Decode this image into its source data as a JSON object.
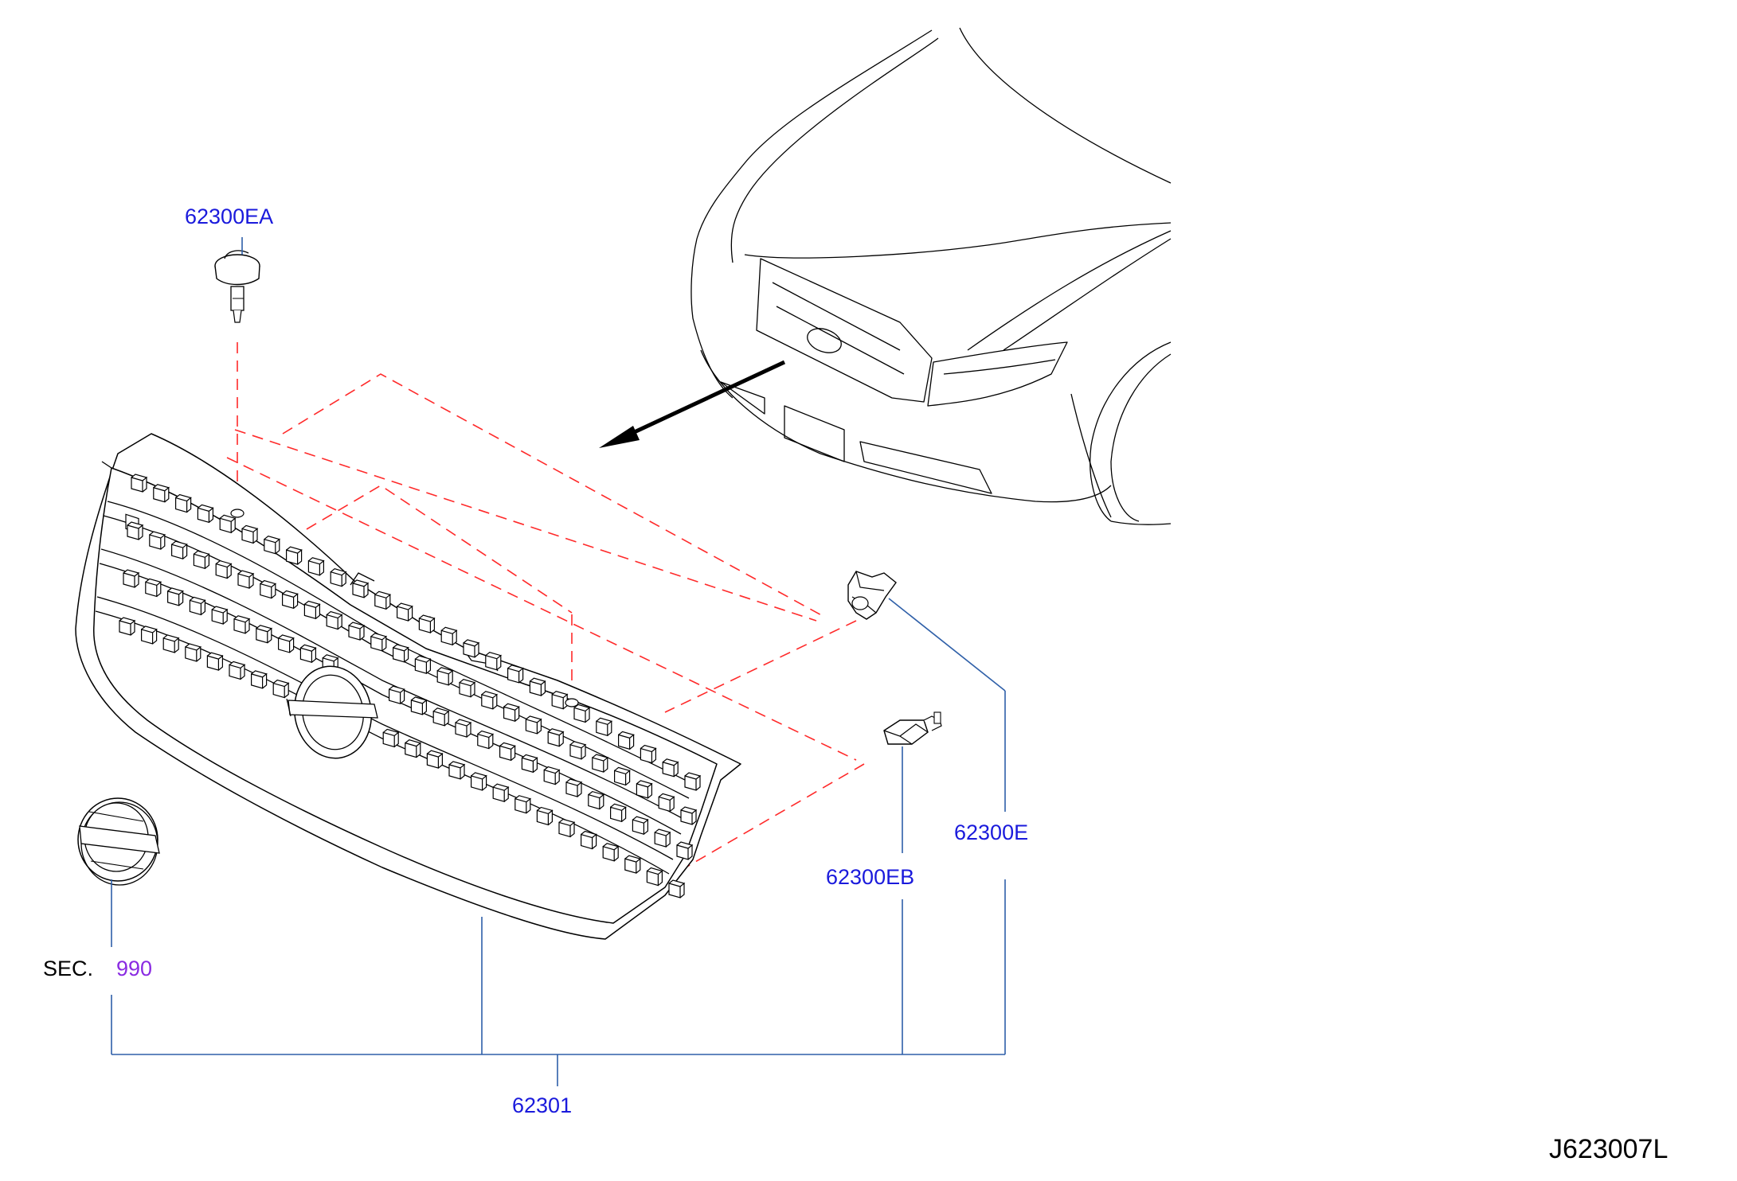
{
  "labels": {
    "clip_top": "62300EA",
    "clip_side": "62300E",
    "clip_lower": "62300EB",
    "grille": "62301",
    "sec_prefix": "SEC.",
    "sec_ref": "990",
    "diagram_id": "J623007L"
  },
  "colors": {
    "part_label": "#1a1adc",
    "section_ref": "#8a2be2",
    "leader_line": "#2e5fa8",
    "hidden_line": "#ff2a2a"
  },
  "icons": {
    "clip_top": "push-clip-icon",
    "clip_side": "retainer-clip-icon",
    "clip_lower": "bracket-clip-icon",
    "emblem": "nissan-emblem-icon",
    "grille": "front-grille-icon",
    "vehicle": "vehicle-front-icon",
    "arrow": "locator-arrow-icon"
  }
}
